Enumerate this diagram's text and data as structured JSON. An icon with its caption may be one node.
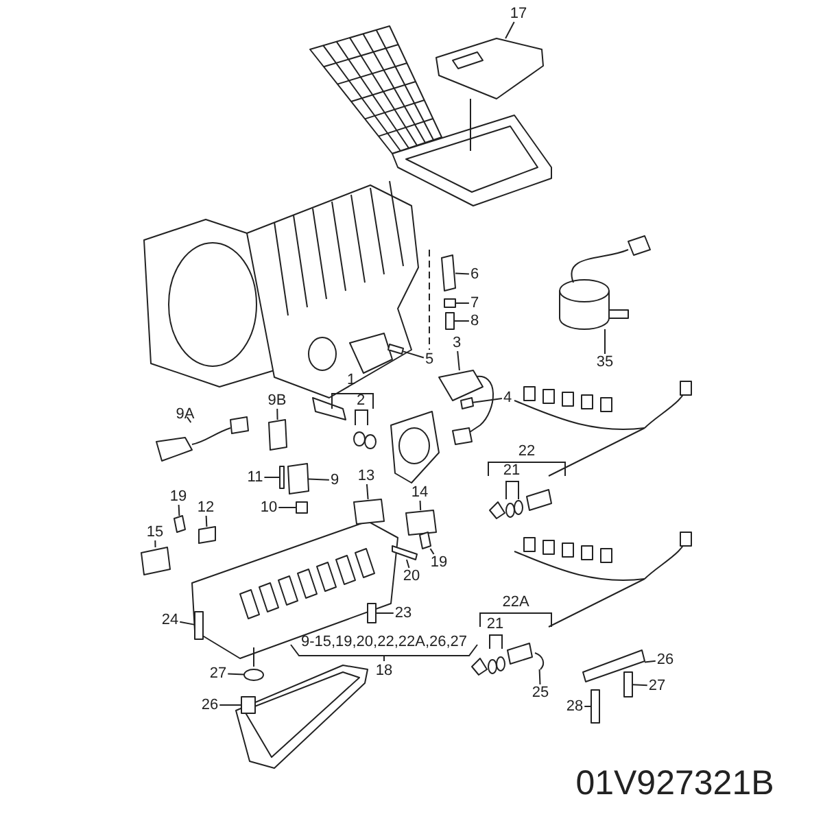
{
  "diagram": {
    "nodes": [
      {
        "text": [
          "17"
        ]
      },
      {
        "text": [
          "6"
        ]
      },
      {
        "text": [
          "7"
        ]
      },
      {
        "text": [
          "8"
        ]
      },
      {
        "text": [
          "3"
        ]
      },
      {
        "text": [
          "5"
        ]
      },
      {
        "text": [
          "35"
        ]
      },
      {
        "text": [
          "4"
        ]
      },
      {
        "text": [
          "9A"
        ]
      },
      {
        "text": [
          "9B"
        ]
      },
      {
        "text": [
          "11"
        ]
      },
      {
        "text": [
          "9"
        ]
      },
      {
        "text": [
          "13"
        ]
      },
      {
        "text": [
          "19"
        ]
      },
      {
        "text": [
          "14"
        ]
      },
      {
        "text": [
          "12"
        ]
      },
      {
        "text": [
          "10"
        ]
      },
      {
        "text": [
          "15"
        ]
      },
      {
        "text": [
          "19"
        ]
      },
      {
        "text": [
          "20"
        ]
      },
      {
        "text": [
          "23"
        ]
      },
      {
        "text": [
          "24"
        ]
      },
      {
        "text": [
          "27"
        ]
      },
      {
        "text": [
          "26"
        ]
      },
      {
        "text": [
          "27"
        ]
      },
      {
        "text": [
          "25"
        ]
      },
      {
        "text": [
          "26"
        ]
      },
      {
        "text": [
          "28"
        ]
      },
      {
        "text": [],
        "shape": "picture"
      },
      {
        "text": [],
        "shape": "box"
      },
      {
        "text": [],
        "shape": "box"
      },
      {
        "text": [],
        "shape": "box"
      },
      {
        "text": [],
        "shape": "box"
      },
      {
        "text": [],
        "shape": "box"
      },
      {
        "text": [],
        "shape": "picture"
      },
      {
        "text": [],
        "shape": "box"
      },
      {
        "text": [],
        "shape": "picture"
      },
      {
        "text": [],
        "shape": "box"
      },
      {
        "text": [],
        "shape": "box"
      },
      {
        "text": [],
        "shape": "box"
      },
      {
        "text": [],
        "shape": "box"
      },
      {
        "text": [],
        "shape": "box"
      },
      {
        "text": [],
        "shape": "box"
      },
      {
        "text": [],
        "shape": "box"
      },
      {
        "text": [],
        "shape": "box"
      },
      {
        "text": [],
        "shape": "box"
      },
      {
        "text": [],
        "shape": "box"
      },
      {
        "text": [],
        "shape": "box"
      },
      {
        "text": [],
        "shape": "box"
      },
      {
        "text": [],
        "shape": "box"
      },
      {
        "text": [],
        "shape": "circle"
      },
      {
        "text": [],
        "shape": "box"
      },
      {
        "text": [],
        "shape": "box"
      },
      {
        "text": [],
        "shape": "picture"
      },
      {
        "text": [],
        "shape": "box"
      },
      {
        "text": [],
        "shape": "box"
      }
    ],
    "edges": [
      {
        "from": 0,
        "to": 28,
        "arrow": "none"
      },
      {
        "from": 1,
        "to": 29,
        "arrow": "none"
      },
      {
        "from": 2,
        "to": 30,
        "arrow": "none"
      },
      {
        "from": 3,
        "to": 31,
        "arrow": "none"
      },
      {
        "from": 4,
        "to": 32,
        "arrow": "none"
      },
      {
        "from": 5,
        "to": 33,
        "arrow": "none"
      },
      {
        "from": 6,
        "to": 34,
        "arrow": "none"
      },
      {
        "from": 7,
        "to": 35,
        "arrow": "none"
      },
      {
        "from": 8,
        "to": 36,
        "arrow": "none"
      },
      {
        "from": 9,
        "to": 37,
        "arrow": "none"
      },
      {
        "from": 10,
        "to": 38,
        "arrow": "none"
      },
      {
        "from": 11,
        "to": 39,
        "arrow": "none"
      },
      {
        "from": 12,
        "to": 40,
        "arrow": "none"
      },
      {
        "from": 13,
        "to": 41,
        "arrow": "none"
      },
      {
        "from": 14,
        "to": 42,
        "arrow": "none"
      },
      {
        "from": 15,
        "to": 43,
        "arrow": "none"
      },
      {
        "from": 16,
        "to": 44,
        "arrow": "none"
      },
      {
        "from": 17,
        "to": 45,
        "arrow": "none"
      },
      {
        "from": 18,
        "to": 46,
        "arrow": "none"
      },
      {
        "from": 19,
        "to": 47,
        "arrow": "none"
      },
      {
        "from": 20,
        "to": 48,
        "arrow": "none"
      },
      {
        "from": 21,
        "to": 49,
        "arrow": "none"
      },
      {
        "from": 22,
        "to": 50,
        "arrow": "none"
      },
      {
        "from": 23,
        "to": 51,
        "arrow": "none"
      },
      {
        "from": 24,
        "to": 52,
        "arrow": "none"
      },
      {
        "from": 25,
        "to": 53,
        "arrow": "none"
      },
      {
        "from": 26,
        "to": 54,
        "arrow": "none"
      },
      {
        "from": 27,
        "to": 55,
        "arrow": "none"
      }
    ],
    "labels": [
      "1",
      "2",
      "22",
      "21",
      "9-15,19,20,22,22A,26,27",
      "18",
      "22A",
      "21",
      "01V927321B"
    ]
  }
}
